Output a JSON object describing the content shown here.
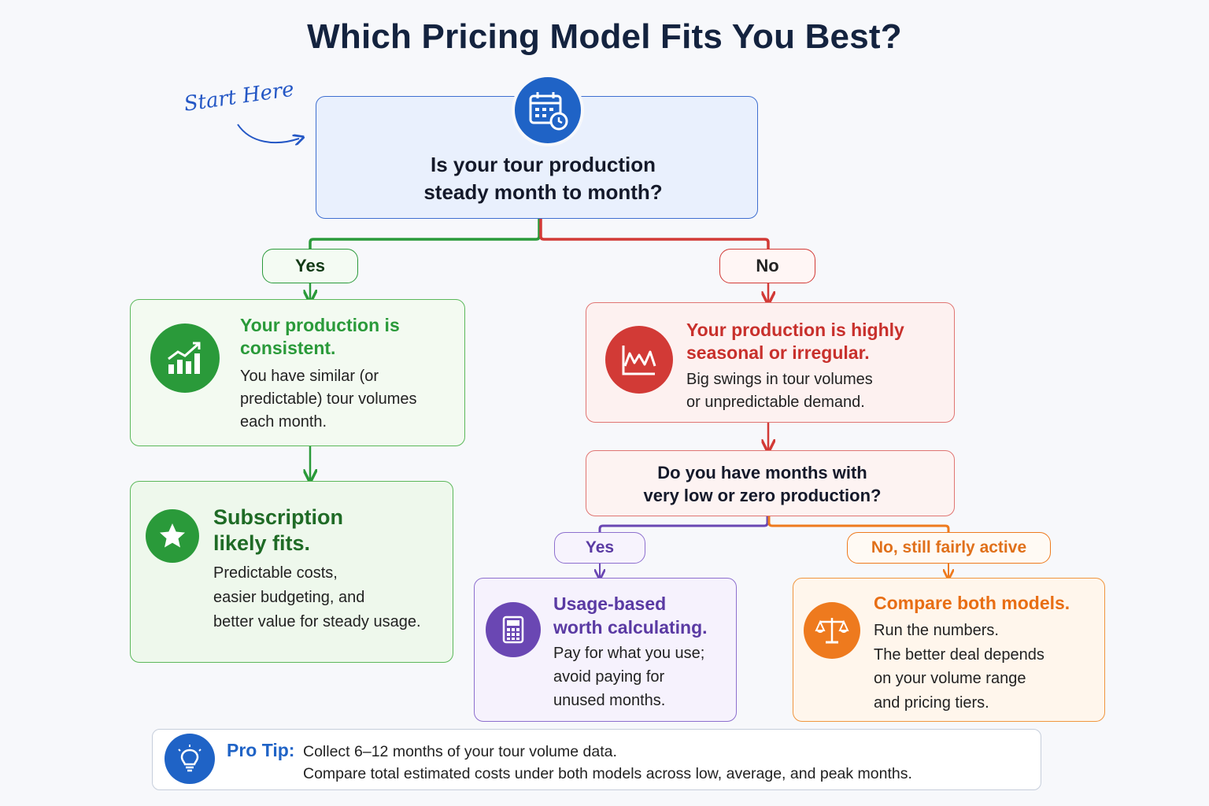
{
  "title": "Which Pricing Model Fits You Best?",
  "start_label": "Start Here",
  "question1": {
    "line1": "Is your tour production",
    "line2": "steady month to month?",
    "icon": "calendar-clock-icon"
  },
  "answer_yes": "Yes",
  "answer_no": "No",
  "consistent": {
    "head1": "Your production is",
    "head2": "consistent.",
    "body1": "You have similar (or",
    "body2": "predictable) tour volumes",
    "body3": "each month.",
    "icon": "growth-chart-icon"
  },
  "subscription": {
    "head1": "Subscription",
    "head2": "likely fits.",
    "body1": "Predictable costs,",
    "body2": "easier budgeting, and",
    "body3": "better value for steady usage.",
    "icon": "star-icon"
  },
  "seasonal": {
    "head1": "Your production is highly",
    "head2": "seasonal or irregular.",
    "body1": "Big swings in tour volumes",
    "body2": "or unpredictable demand.",
    "icon": "wave-chart-icon"
  },
  "question2": {
    "line1": "Do you have months with",
    "line2": "very low or zero production?"
  },
  "answer_yes2": "Yes",
  "answer_no2": "No, still fairly active",
  "usage": {
    "head1": "Usage-based",
    "head2": "worth calculating.",
    "body1": "Pay for what you use;",
    "body2": "avoid paying for",
    "body3": "unused months.",
    "icon": "calculator-icon"
  },
  "compare": {
    "head1": "Compare both models.",
    "body1": "Run the numbers.",
    "body2": "The better deal depends",
    "body3": "on your volume range",
    "body4": "and pricing tiers.",
    "icon": "scales-icon"
  },
  "tip": {
    "label": "Pro Tip:",
    "line1": "Collect 6–12 months of your tour volume data.",
    "line2": "Compare total estimated costs under both models across low, average, and peak months.",
    "icon": "lightbulb-icon"
  },
  "colors": {
    "blue": "#1f63c6",
    "green": "#2a9a3a",
    "red": "#d23a36",
    "purple": "#6a47b3",
    "orange": "#ee7a1e",
    "navy": "#14233f"
  }
}
